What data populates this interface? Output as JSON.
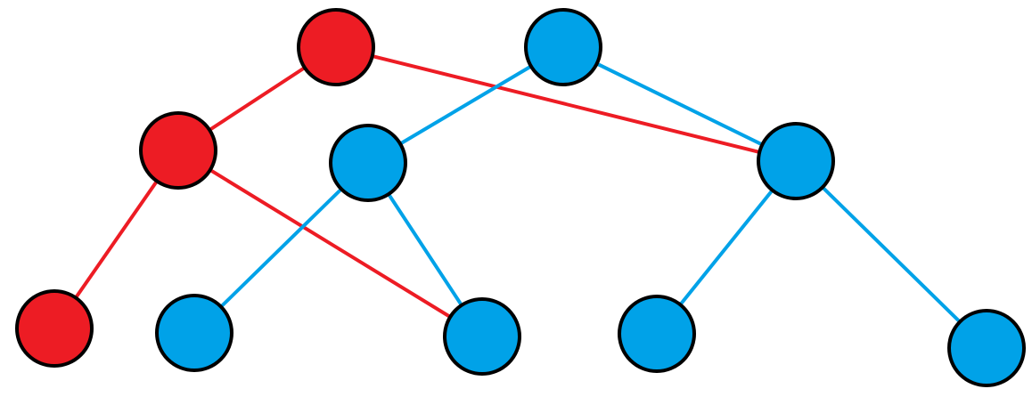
{
  "colors": {
    "red": "#ED1C24",
    "blue": "#00A2E8",
    "outline": "#000000"
  },
  "nodes": [
    {
      "id": "r1",
      "color": "red"
    },
    {
      "id": "b1",
      "color": "blue"
    },
    {
      "id": "r2",
      "color": "red"
    },
    {
      "id": "b2",
      "color": "blue"
    },
    {
      "id": "b3",
      "color": "blue"
    },
    {
      "id": "r3",
      "color": "red"
    },
    {
      "id": "b4",
      "color": "blue"
    },
    {
      "id": "b5",
      "color": "blue"
    },
    {
      "id": "b6",
      "color": "blue"
    },
    {
      "id": "b7",
      "color": "blue"
    }
  ],
  "edges": [
    {
      "from": "r1",
      "to": "r2",
      "color": "red"
    },
    {
      "from": "r1",
      "to": "b3",
      "color": "red"
    },
    {
      "from": "r2",
      "to": "r3",
      "color": "red"
    },
    {
      "from": "r2",
      "to": "b5",
      "color": "red"
    },
    {
      "from": "b1",
      "to": "b2",
      "color": "blue"
    },
    {
      "from": "b1",
      "to": "b3",
      "color": "blue"
    },
    {
      "from": "b2",
      "to": "b4",
      "color": "blue"
    },
    {
      "from": "b2",
      "to": "b5",
      "color": "blue"
    },
    {
      "from": "b3",
      "to": "b6",
      "color": "blue"
    },
    {
      "from": "b3",
      "to": "b7",
      "color": "blue"
    }
  ]
}
